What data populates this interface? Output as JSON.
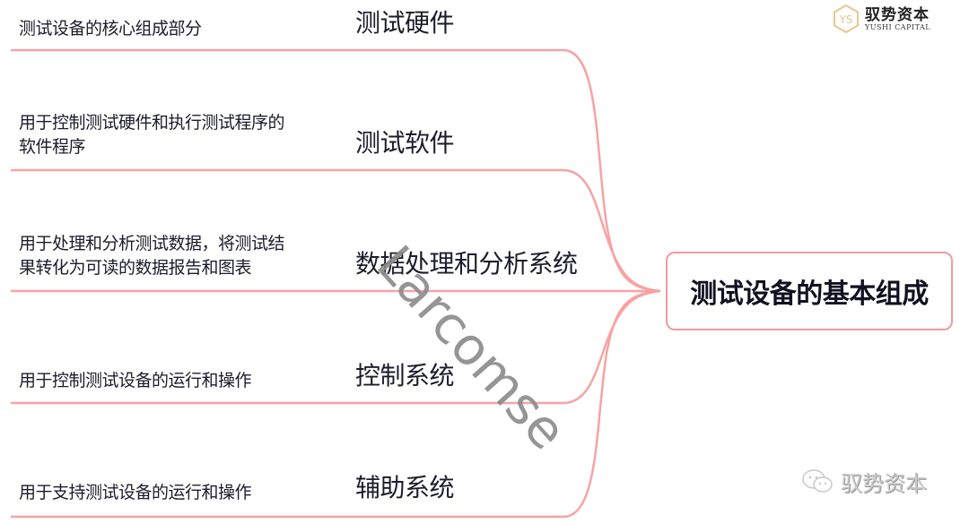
{
  "logo": {
    "name_cn": "驭势资本",
    "name_en": "YUSHI CAPITAL",
    "color": "#e8c690"
  },
  "root": {
    "label": "测试设备的基本组成",
    "border_color": "#f39a9a"
  },
  "branches": [
    {
      "label": "测试硬件",
      "description": [
        "测试设备的核心组成部分"
      ]
    },
    {
      "label": "测试软件",
      "description": [
        "用于控制测试硬件和执行测试程序的",
        "软件程序"
      ]
    },
    {
      "label": "数据处理和分析系统",
      "description": [
        "用于处理和分析测试数据，将测试结",
        "果转化为可读的数据报告和图表"
      ]
    },
    {
      "label": "控制系统",
      "description": [
        "用于控制测试设备的运行和操作"
      ]
    },
    {
      "label": "辅助系统",
      "description": [
        "用于支持测试设备的运行和操作"
      ]
    }
  ],
  "watermark": {
    "text": "Larcomse"
  },
  "footer_watermark": {
    "text": "驭势资本",
    "icon": "wechat-icon"
  },
  "line_color": "#f7a3a3"
}
